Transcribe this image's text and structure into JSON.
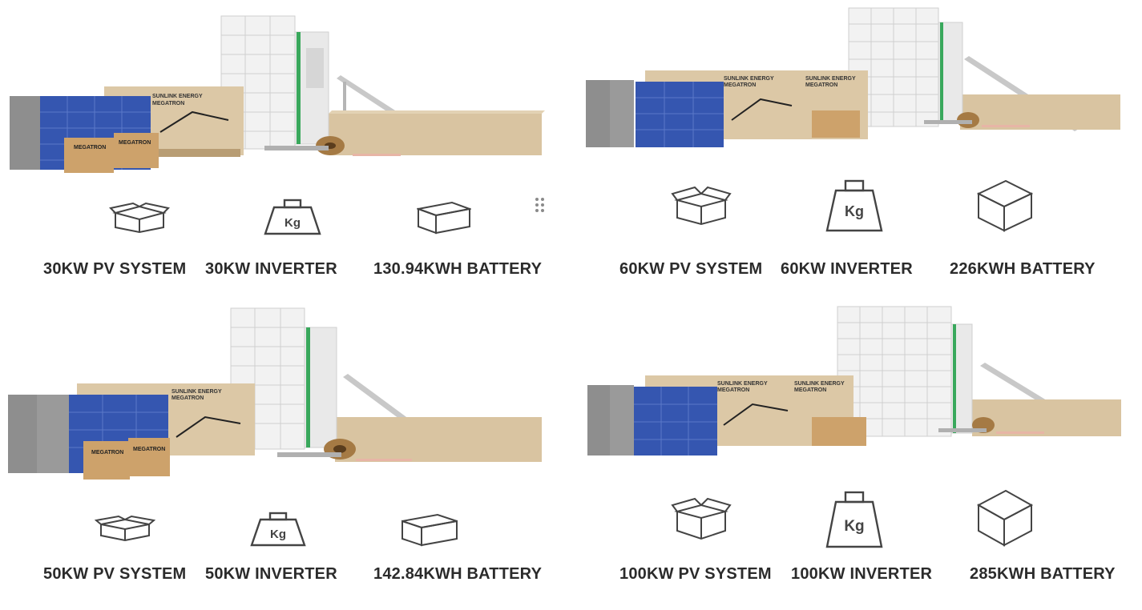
{
  "panels": [
    {
      "id": "p1",
      "labels": [
        "30KW PV SYSTEM",
        "30KW INVERTER",
        "130.94KWH BATTERY"
      ],
      "brand": "SUNLINK ENERGY",
      "product": "MEGATRON",
      "box_text": "MEGATRON"
    },
    {
      "id": "p2",
      "labels": [
        "60KW PV SYSTEM",
        "60KW INVERTER",
        "226KWH BATTERY"
      ],
      "brand": "SUNLINK ENERGY",
      "product": "MEGATRON",
      "box_text": "MEGATRON"
    },
    {
      "id": "p3",
      "labels": [
        "50KW PV SYSTEM",
        "50KW INVERTER",
        "142.84KWH BATTERY"
      ],
      "brand": "SUNLINK ENERGY",
      "product": "MEGATRON",
      "box_text": "MEGATRON"
    },
    {
      "id": "p4",
      "labels": [
        "100KW PV SYSTEM",
        "100KW INVERTER",
        "285KWH BATTERY"
      ],
      "brand": "SUNLINK ENERGY",
      "product": "MEGATRON",
      "box_text": "MEGATRON"
    }
  ],
  "icons": {
    "pv": "open-box-icon",
    "inverter": "kg-weight-icon",
    "battery": "cube-icon",
    "weight_text": "Kg"
  },
  "colors": {
    "panel_blue": "#2f4fa8",
    "cardboard": "#d8c19d",
    "cabinet": "#eeeeee",
    "frame": "#a9a9a9",
    "text": "#2b2b2b"
  }
}
